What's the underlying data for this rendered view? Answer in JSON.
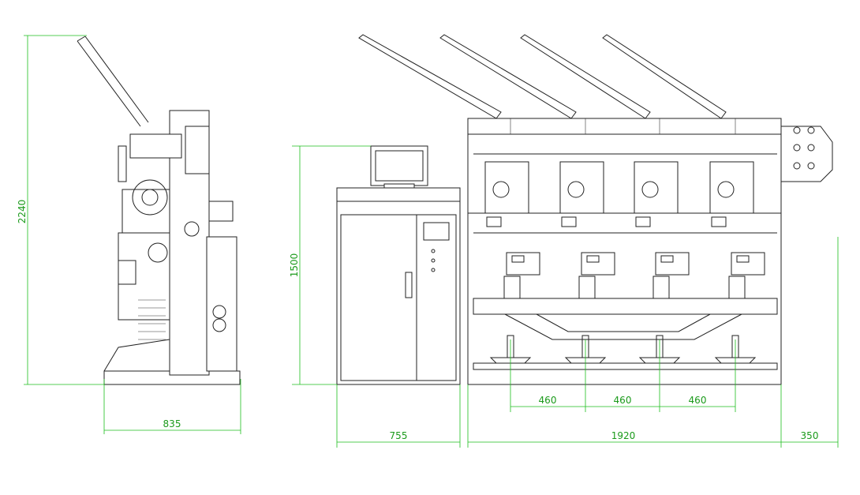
{
  "drawing": {
    "dimensions": {
      "side_height": "2240",
      "side_width": "835",
      "cabinet_height": "1500",
      "cabinet_width": "755",
      "machine_width": "1920",
      "extension_width": "350",
      "spindle_pitch_1": "460",
      "spindle_pitch_2": "460",
      "spindle_pitch_3": "460"
    },
    "colors": {
      "dimension": "#1fbf1f",
      "line": "#222222"
    }
  }
}
